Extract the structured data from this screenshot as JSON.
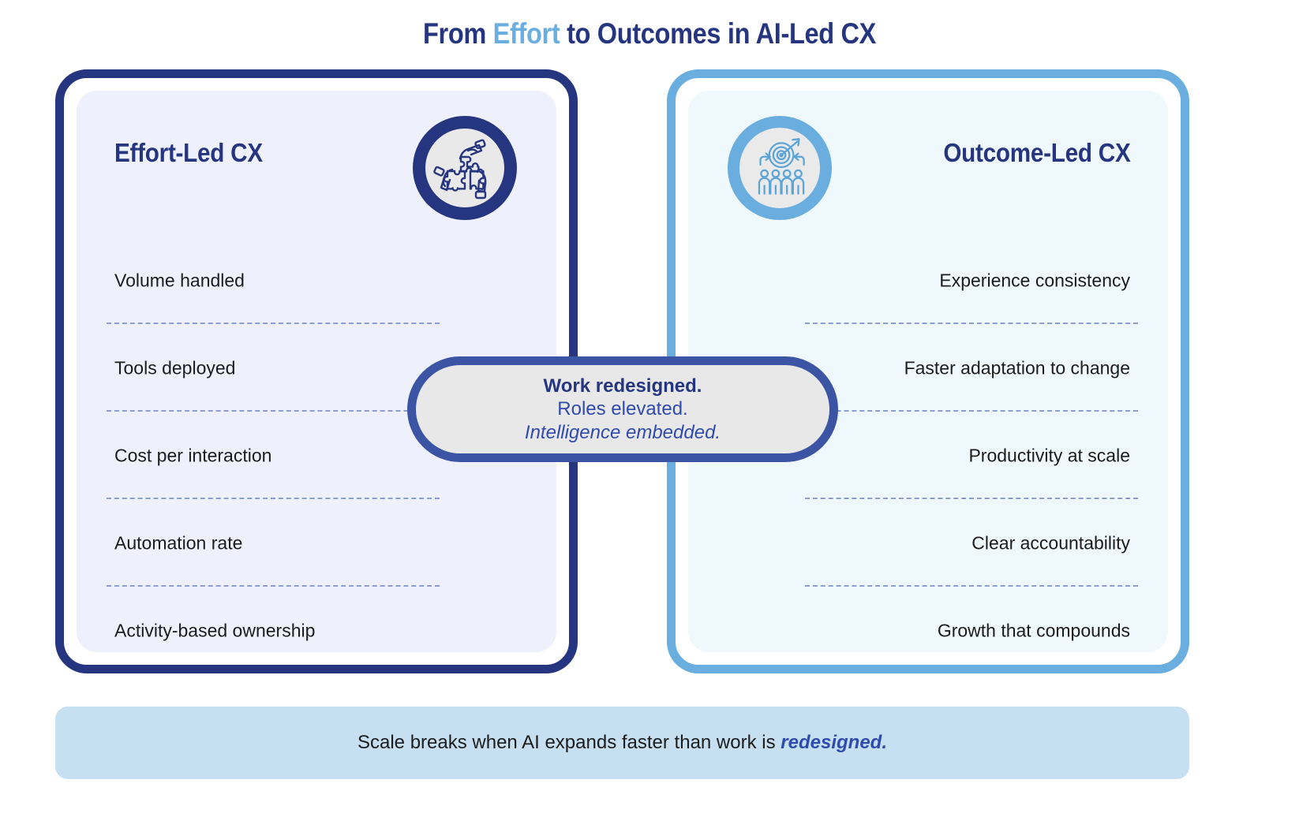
{
  "title": {
    "part1": "From ",
    "highlight": "Effort",
    "part2": " to Outcomes in AI-Led CX",
    "full": "From Effort to Outcomes in AI-Led CX",
    "color_dark": "#25357f",
    "color_highlight": "#6aaddf"
  },
  "left_card": {
    "heading": "Effort-Led CX",
    "icon": "puzzle-hands-icon",
    "border_color": "#25357f",
    "panel_color": "#eef1fc",
    "items": [
      "Volume handled",
      "Tools deployed",
      "Cost per interaction",
      "Automation rate",
      "Activity-based ownership"
    ]
  },
  "right_card": {
    "heading": "Outcome-Led CX",
    "icon": "target-people-icon",
    "border_color": "#6aaddf",
    "panel_color": "#eff8fd",
    "items": [
      "Experience consistency",
      "Faster adaptation to change",
      "Productivity at scale",
      "Clear accountability",
      "Growth that compounds"
    ]
  },
  "center_pill": {
    "line1": "Work redesigned.",
    "line2": "Roles elevated.",
    "line3": "Intelligence embedded.",
    "border_color": "#3b54a4",
    "fill_color": "#e8e8e8"
  },
  "banner": {
    "text_plain": "Scale breaks when AI expands faster than work is ",
    "text_emphasis": "redesigned.",
    "background_color": "#c6e0f2",
    "emphasis_color": "#2f4bad"
  }
}
